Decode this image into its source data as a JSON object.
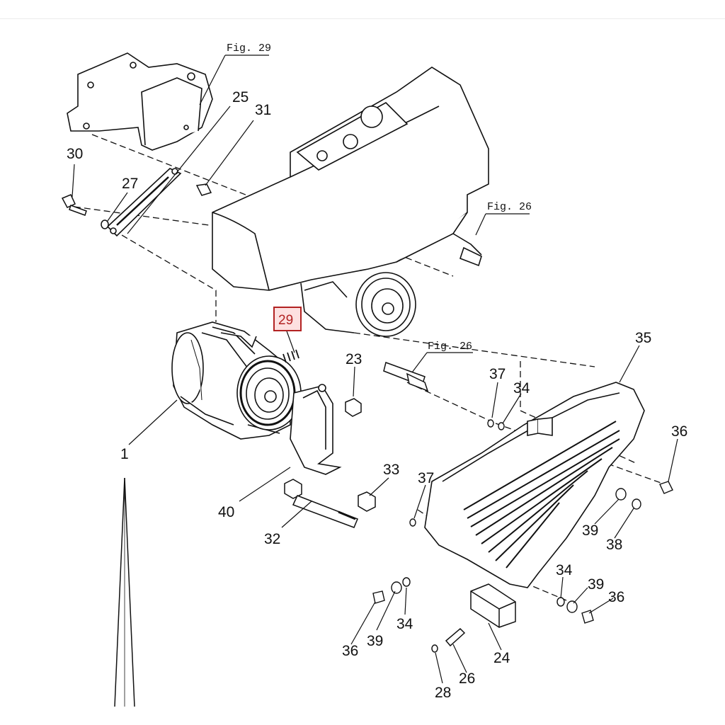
{
  "diagram": {
    "highlighted_part": "29",
    "figure_refs": {
      "fig29": "Fig. 29",
      "fig26_top": "Fig. 26",
      "fig26_mid": "Fig. 26"
    },
    "callouts": {
      "p1": "1",
      "p23": "23",
      "p24": "24",
      "p25": "25",
      "p26": "26",
      "p27": "27",
      "p28": "28",
      "p29": "29",
      "p30": "30",
      "p31": "31",
      "p32": "32",
      "p33": "33",
      "p34a": "34",
      "p34b": "34",
      "p34c": "34",
      "p35": "35",
      "p36a": "36",
      "p36b": "36",
      "p36c": "36",
      "p37a": "37",
      "p37b": "37",
      "p38": "38",
      "p39a": "39",
      "p39b": "39",
      "p39c": "39",
      "p40": "40"
    }
  },
  "colors": {
    "highlight": "#b22222",
    "highlight_fill": "#fde0e0",
    "line": "#111111"
  }
}
